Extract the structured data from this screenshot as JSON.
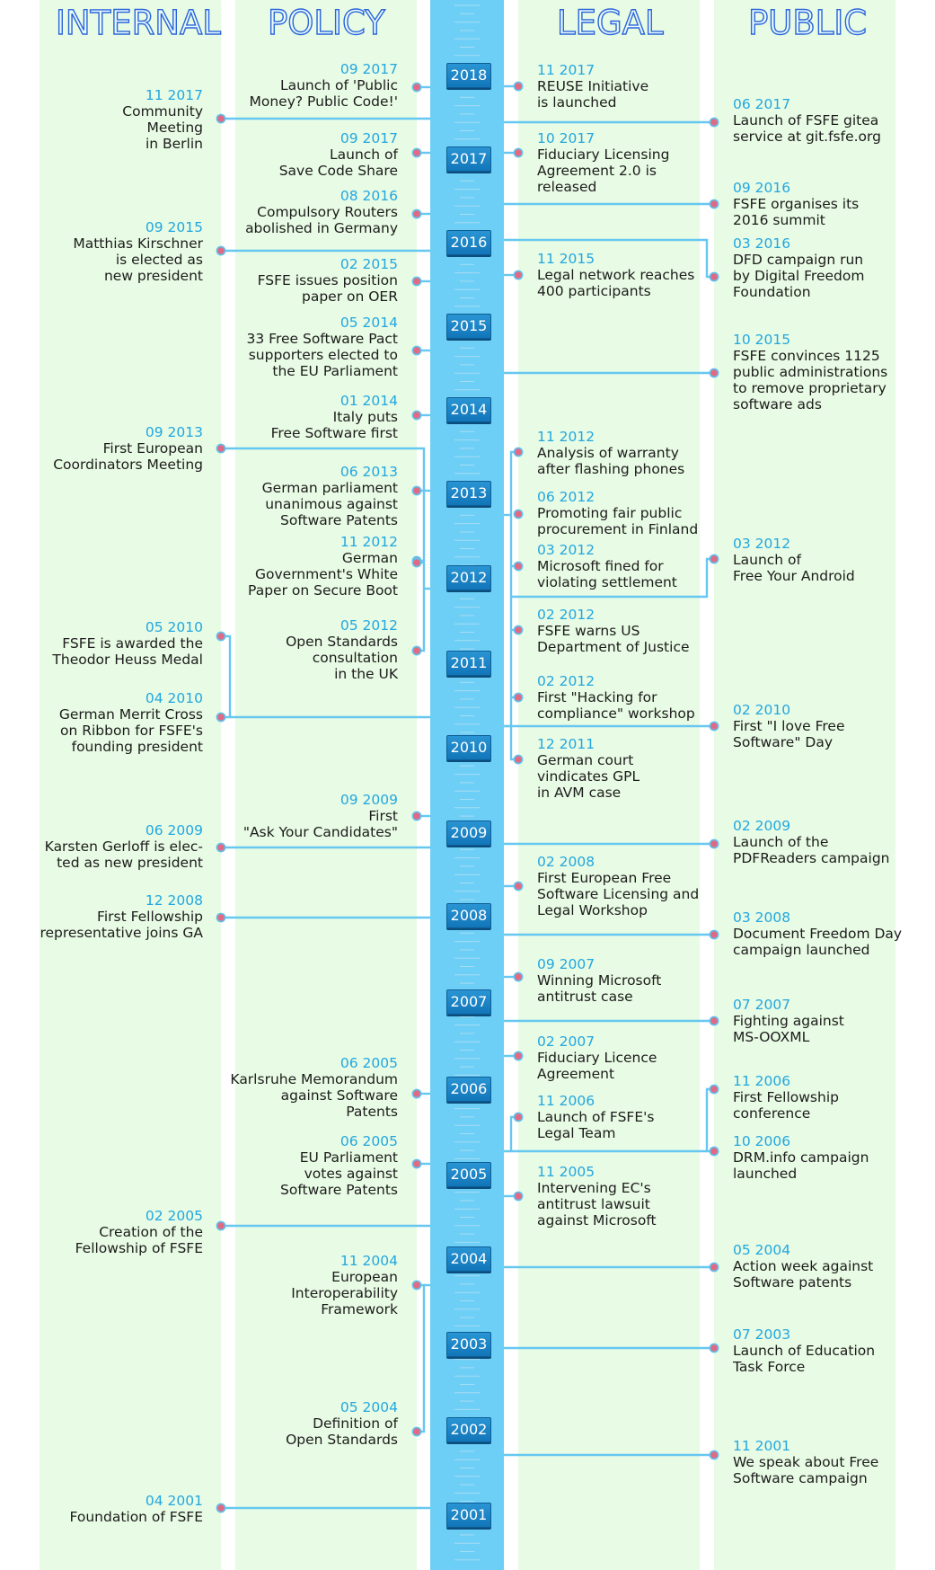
{
  "column_titles": {
    "internal": "INTERNAL",
    "policy": "POLICY",
    "legal": "LEGAL",
    "public": "PUBLIC"
  },
  "years": [
    "2018",
    "2017",
    "2016",
    "2015",
    "2014",
    "2013",
    "2012",
    "2011",
    "2010",
    "2009",
    "2008",
    "2007",
    "2006",
    "2005",
    "2004",
    "2003",
    "2002",
    "2001"
  ],
  "internal": [
    {
      "date": "11 2017",
      "text": "Community\nMeeting\nin Berlin"
    },
    {
      "date": "09 2015",
      "text": "Matthias Kirschner\nis elected as\nnew president"
    },
    {
      "date": "09 2013",
      "text": "First European\nCoordinators Meeting"
    },
    {
      "date": "05 2010",
      "text": "FSFE is awarded the\nTheodor Heuss Medal"
    },
    {
      "date": "04 2010",
      "text": "German Merrit Cross\non Ribbon for FSFE's\nfounding president"
    },
    {
      "date": "06 2009",
      "text": "Karsten Gerloff is elec-\nted as new president"
    },
    {
      "date": "12 2008",
      "text": "First Fellowship\nrepresentative joins GA"
    },
    {
      "date": "02 2005",
      "text": "Creation of the\nFellowship of FSFE"
    },
    {
      "date": "04 2001",
      "text": "Foundation of FSFE"
    }
  ],
  "policy": [
    {
      "date": "09 2017",
      "text": "Launch of 'Public\nMoney? Public Code!'"
    },
    {
      "date": "09 2017",
      "text": "Launch of\nSave Code Share"
    },
    {
      "date": "08 2016",
      "text": "Compulsory Routers\nabolished in Germany"
    },
    {
      "date": "02 2015",
      "text": "FSFE issues position\npaper on OER"
    },
    {
      "date": "05 2014",
      "text": "33 Free Software Pact\nsupporters elected to\nthe EU Parliament"
    },
    {
      "date": "01 2014",
      "text": "Italy puts\nFree Software first"
    },
    {
      "date": "06 2013",
      "text": "German parliament\nunanimous against\nSoftware Patents"
    },
    {
      "date": "11 2012",
      "text": "German\nGovernment's White\nPaper on Secure Boot"
    },
    {
      "date": "05 2012",
      "text": "Open Standards\nconsultation\nin the UK"
    },
    {
      "date": "09 2009",
      "text": "First\n\"Ask Your Candidates\""
    },
    {
      "date": "06 2005",
      "text": "Karlsruhe Memorandum\nagainst Software\nPatents"
    },
    {
      "date": "06 2005",
      "text": "EU Parliament\nvotes against\nSoftware Patents"
    },
    {
      "date": "11 2004",
      "text": "European\nInteroperability\nFramework"
    },
    {
      "date": "05 2004",
      "text": "Definition of\nOpen Standards"
    }
  ],
  "legal": [
    {
      "date": "11 2017",
      "text": "REUSE Initiative\nis launched"
    },
    {
      "date": "10 2017",
      "text": "Fiduciary Licensing\nAgreement 2.0 is\nreleased"
    },
    {
      "date": "11 2015",
      "text": "Legal network reaches\n400 participants"
    },
    {
      "date": "11 2012",
      "text": "Analysis of warranty\nafter flashing phones"
    },
    {
      "date": "06 2012",
      "text": "Promoting fair public\nprocurement in Finland"
    },
    {
      "date": "03 2012",
      "text": "Microsoft fined for\nviolating settlement"
    },
    {
      "date": "02 2012",
      "text": "FSFE warns US\nDepartment of Justice"
    },
    {
      "date": "02 2012",
      "text": "First \"Hacking for\ncompliance\" workshop"
    },
    {
      "date": "12 2011",
      "text": "German court\nvindicates GPL\nin AVM case"
    },
    {
      "date": "02 2008",
      "text": "First European Free\nSoftware Licensing and\nLegal Workshop"
    },
    {
      "date": "09 2007",
      "text": "Winning Microsoft\nantitrust case"
    },
    {
      "date": "02 2007",
      "text": "Fiduciary Licence\nAgreement"
    },
    {
      "date": "11 2006",
      "text": "Launch of FSFE's\nLegal Team"
    },
    {
      "date": "11 2005",
      "text": "Intervening EC's\nantitrust lawsuit\nagainst Microsoft"
    }
  ],
  "public": [
    {
      "date": "06 2017",
      "text": "Launch of FSFE gitea\nservice at git.fsfe.org"
    },
    {
      "date": "09 2016",
      "text": "FSFE organises its\n2016 summit"
    },
    {
      "date": "03 2016",
      "text": "DFD campaign run\nby Digital Freedom\nFoundation"
    },
    {
      "date": "10 2015",
      "text": "FSFE convinces 1125\npublic administrations\nto remove proprietary\nsoftware ads"
    },
    {
      "date": "03 2012",
      "text": "Launch of\nFree Your Android"
    },
    {
      "date": "02 2010",
      "text": "First \"I love Free\nSoftware\" Day"
    },
    {
      "date": "02 2009",
      "text": "Launch of the\nPDFReaders campaign"
    },
    {
      "date": "03 2008",
      "text": "Document Freedom Day\ncampaign launched"
    },
    {
      "date": "07 2007",
      "text": "Fighting against\nMS-OOXML"
    },
    {
      "date": "11 2006",
      "text": "First Fellowship\nconference"
    },
    {
      "date": "10 2006",
      "text": "DRM.info campaign\nlaunched"
    },
    {
      "date": "05 2004",
      "text": "Action week against\nSoftware patents"
    },
    {
      "date": "07 2003",
      "text": "Launch of Education\nTask Force"
    },
    {
      "date": "11 2001",
      "text": "We speak about Free\nSoftware campaign"
    }
  ],
  "colors": {
    "column_bg": "#e8fbe4",
    "axis": "#6ecff6",
    "line": "#66c8f0",
    "date": "#22a7e0",
    "year_box": "#1a84c6",
    "dot": "#e06a84"
  }
}
